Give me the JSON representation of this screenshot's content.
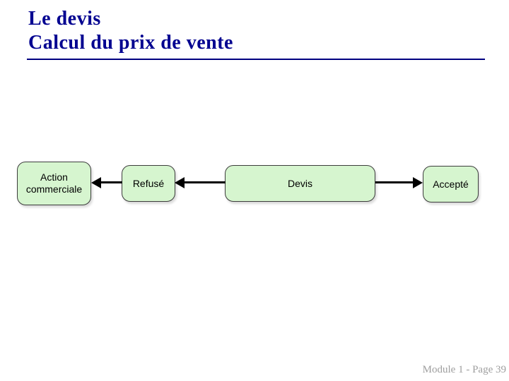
{
  "slide": {
    "title_lines": [
      "Le devis",
      "Calcul du prix de vente"
    ],
    "footer": "Module 1 - Page 39"
  },
  "colors": {
    "title_text": "#000090",
    "title_underline": "#000080",
    "node_fill": "#d6f5cf",
    "node_border": "#3c3c3c",
    "arrow": "#000000",
    "footer_text": "#9e9e9e"
  },
  "diagram": {
    "type": "flowchart",
    "nodes": [
      {
        "id": "action-commerciale",
        "label": "Action commerciale"
      },
      {
        "id": "refuse",
        "label": "Refusé"
      },
      {
        "id": "devis",
        "label": "Devis"
      },
      {
        "id": "accepte",
        "label": "Accepté"
      }
    ],
    "connections": [
      {
        "from": "refuse",
        "to": "action-commerciale",
        "direction": "left"
      },
      {
        "from": "devis",
        "to": "refuse",
        "direction": "left"
      },
      {
        "from": "devis",
        "to": "accepte",
        "direction": "right"
      }
    ]
  }
}
